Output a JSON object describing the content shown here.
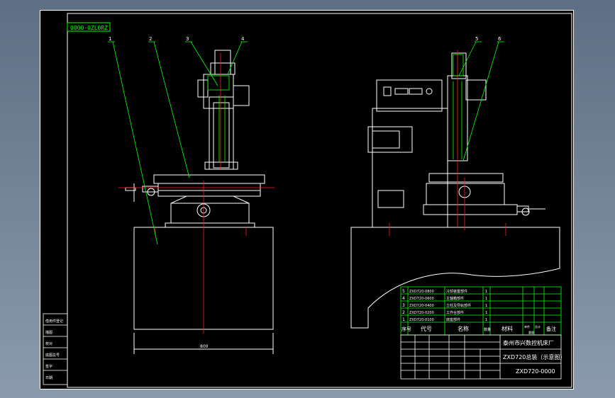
{
  "drawing": {
    "code_box": "0000-0ZL0RZ",
    "scale_dim": "800",
    "callouts": [
      "1",
      "2",
      "3",
      "4",
      "5",
      "6"
    ],
    "bom": [
      {
        "no": "5",
        "code": "ZXD720-0800",
        "name": "冷却装置部件",
        "qty": "1"
      },
      {
        "no": "4",
        "code": "ZXD720-0600",
        "name": "主轴箱部件",
        "qty": "1"
      },
      {
        "no": "3",
        "code": "ZXD720-0400",
        "name": "立柱及导轨部件",
        "qty": "1"
      },
      {
        "no": "2",
        "code": "ZXD720-0200",
        "name": "工作台部件",
        "qty": "1"
      },
      {
        "no": "1",
        "code": "ZXD720-0100",
        "name": "底座部件",
        "qty": "1"
      }
    ],
    "bom_header": {
      "no": "序号",
      "code": "代号",
      "name": "名称",
      "qty": "数量",
      "material": "材料",
      "single": "单件",
      "total": "总计",
      "weight": "重量",
      "remark": "备注"
    },
    "title_block": {
      "company": "泰州市兴数控机床厂",
      "title": "ZXD720总装（示意图）",
      "drawing_no": "ZXD720-0000"
    },
    "side_block_labels": [
      "借用件登记",
      "描图",
      "校对",
      "底图总号",
      "签字",
      "日期"
    ],
    "colors": {
      "sheet": "#000000",
      "line": "#ffffff",
      "accent": "#00ff00",
      "center": "#ff2020",
      "title": "#e8e840"
    }
  }
}
